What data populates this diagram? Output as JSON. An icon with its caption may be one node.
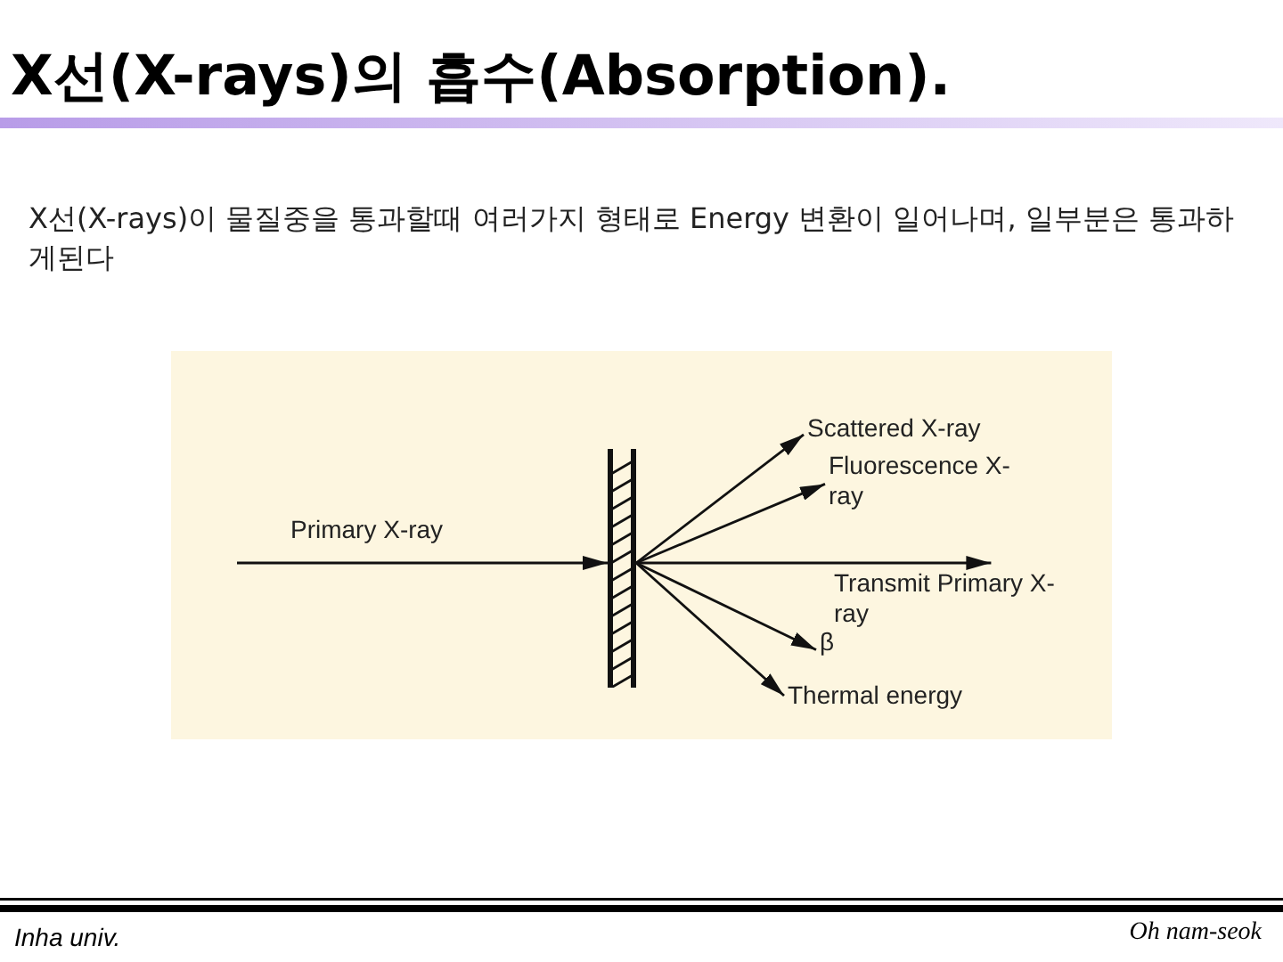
{
  "diagram": {
    "title": "X선(X-rays)의 흡수(Absorption).",
    "nodes": [
      {
        "text": [],
        "shape": "box"
      },
      {
        "text": [
          "Scattered X-ray"
        ]
      },
      {
        "text": [
          "Fluorescence X-ray"
        ]
      },
      {
        "text": [
          "Transmit Primary X-ray"
        ]
      },
      {
        "text": [
          "β"
        ]
      },
      {
        "text": [
          "Thermal energy"
        ]
      }
    ],
    "edges": [
      {
        "from": null,
        "to": 0,
        "arrow": "to",
        "label": "Primary X-ray"
      },
      {
        "from": 0,
        "to": 1,
        "arrow": "to"
      },
      {
        "from": 0,
        "to": 2,
        "arrow": "to"
      },
      {
        "from": 0,
        "to": 3,
        "arrow": "to"
      },
      {
        "from": 0,
        "to": 4,
        "arrow": "to"
      },
      {
        "from": 0,
        "to": 5,
        "arrow": "to"
      }
    ],
    "labels": [
      "X선(X-rays)이 물질중을 통과할때 여러가지 형태로 Energy 변환이 일어나며, 일부분은 통과하게된다",
      "Inha univ.",
      "Oh nam-seok"
    ]
  }
}
